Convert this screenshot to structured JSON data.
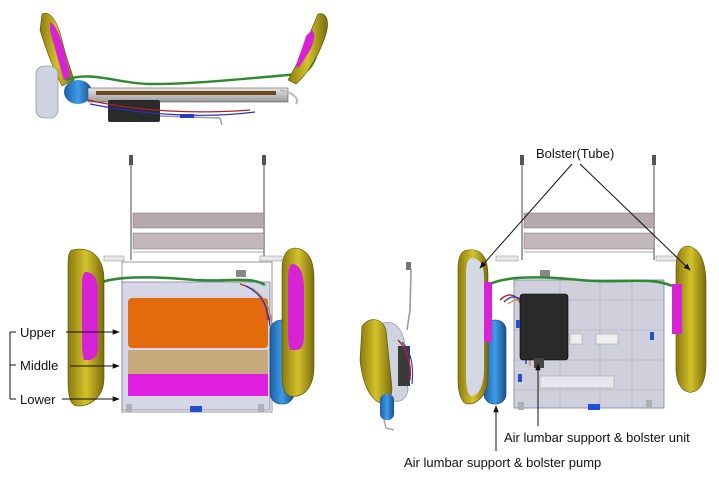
{
  "labels": {
    "upper": "Upper",
    "middle": "Middle",
    "lower": "Lower",
    "bolster_tube": "Bolster(Tube)",
    "unit": "Air lumbar support & bolster unit",
    "pump": "Air lumbar support & bolster pump"
  },
  "colors": {
    "upper": "#e36b0d",
    "middle": "#c7a97c",
    "lower": "#e11fe0",
    "bolster_frame": "#b8a81c",
    "bolster_inner": "#d722d6",
    "pump": "#2f86d4",
    "unit": "#2a2a2a",
    "tube": "#2f8a2f",
    "frame": "#8c8c8c",
    "panel": "#d6d6e6"
  }
}
